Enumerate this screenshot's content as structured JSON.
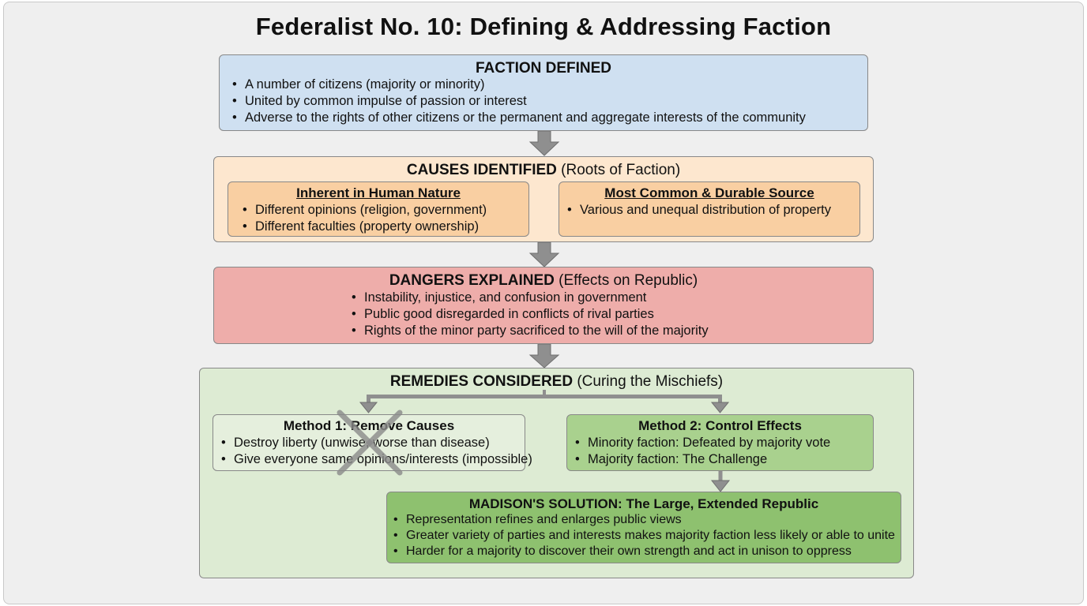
{
  "title": "Federalist No. 10: Defining & Addressing Faction",
  "faction": {
    "heading": "FACTION DEFINED",
    "bullets": [
      "A number of citizens (majority or minority)",
      "United by common impulse of passion or interest",
      "Adverse to the rights of other citizens or the permanent and aggregate interests of the community"
    ]
  },
  "causes": {
    "heading": "CAUSES IDENTIFIED",
    "heading_note": "(Roots of Faction)",
    "left": {
      "heading": "Inherent in Human Nature",
      "bullets": [
        "Different opinions (religion, government)",
        "Different faculties (property ownership)"
      ]
    },
    "right": {
      "heading": "Most Common & Durable Source",
      "bullets": [
        "Various and unequal distribution of property"
      ]
    }
  },
  "dangers": {
    "heading": "DANGERS EXPLAINED",
    "heading_note": "(Effects on Republic)",
    "bullets": [
      "Instability, injustice, and confusion in government",
      "Public good disregarded in conflicts of rival parties",
      "Rights of the minor party sacrificed to the will of the majority"
    ]
  },
  "remedies": {
    "heading": "REMEDIES CONSIDERED",
    "heading_note": "(Curing the Mischiefs)",
    "method1": {
      "heading": "Method 1: Remove Causes",
      "bullets": [
        "Destroy liberty (unwise, worse than disease)",
        "Give everyone same opinions/interests (impossible)"
      ]
    },
    "method2": {
      "heading": "Method 2: Control Effects",
      "bullets": [
        "Minority faction: Defeated by majority vote",
        "Majority faction: The Challenge"
      ]
    },
    "solution": {
      "heading": "MADISON'S SOLUTION: The Large, Extended Republic",
      "bullets": [
        "Representation refines and enlarges public views",
        "Greater variety of parties and interests makes majority faction less likely or able to unite",
        "Harder for a majority to discover their own strength and act in unison to oppress"
      ]
    }
  },
  "colors": {
    "faction_bg": "#cfe0f1",
    "causes_bg": "#fde7cf",
    "causes_inner_bg": "#f9cfa2",
    "dangers_bg": "#eeadaa",
    "remedies_bg": "#ddebd3",
    "method1_bg": "#e5efdd",
    "method2_bg": "#a9d18e",
    "solution_bg": "#8ec16f",
    "arrow": "#8f8f8f",
    "cross": "#8a8a8a"
  }
}
